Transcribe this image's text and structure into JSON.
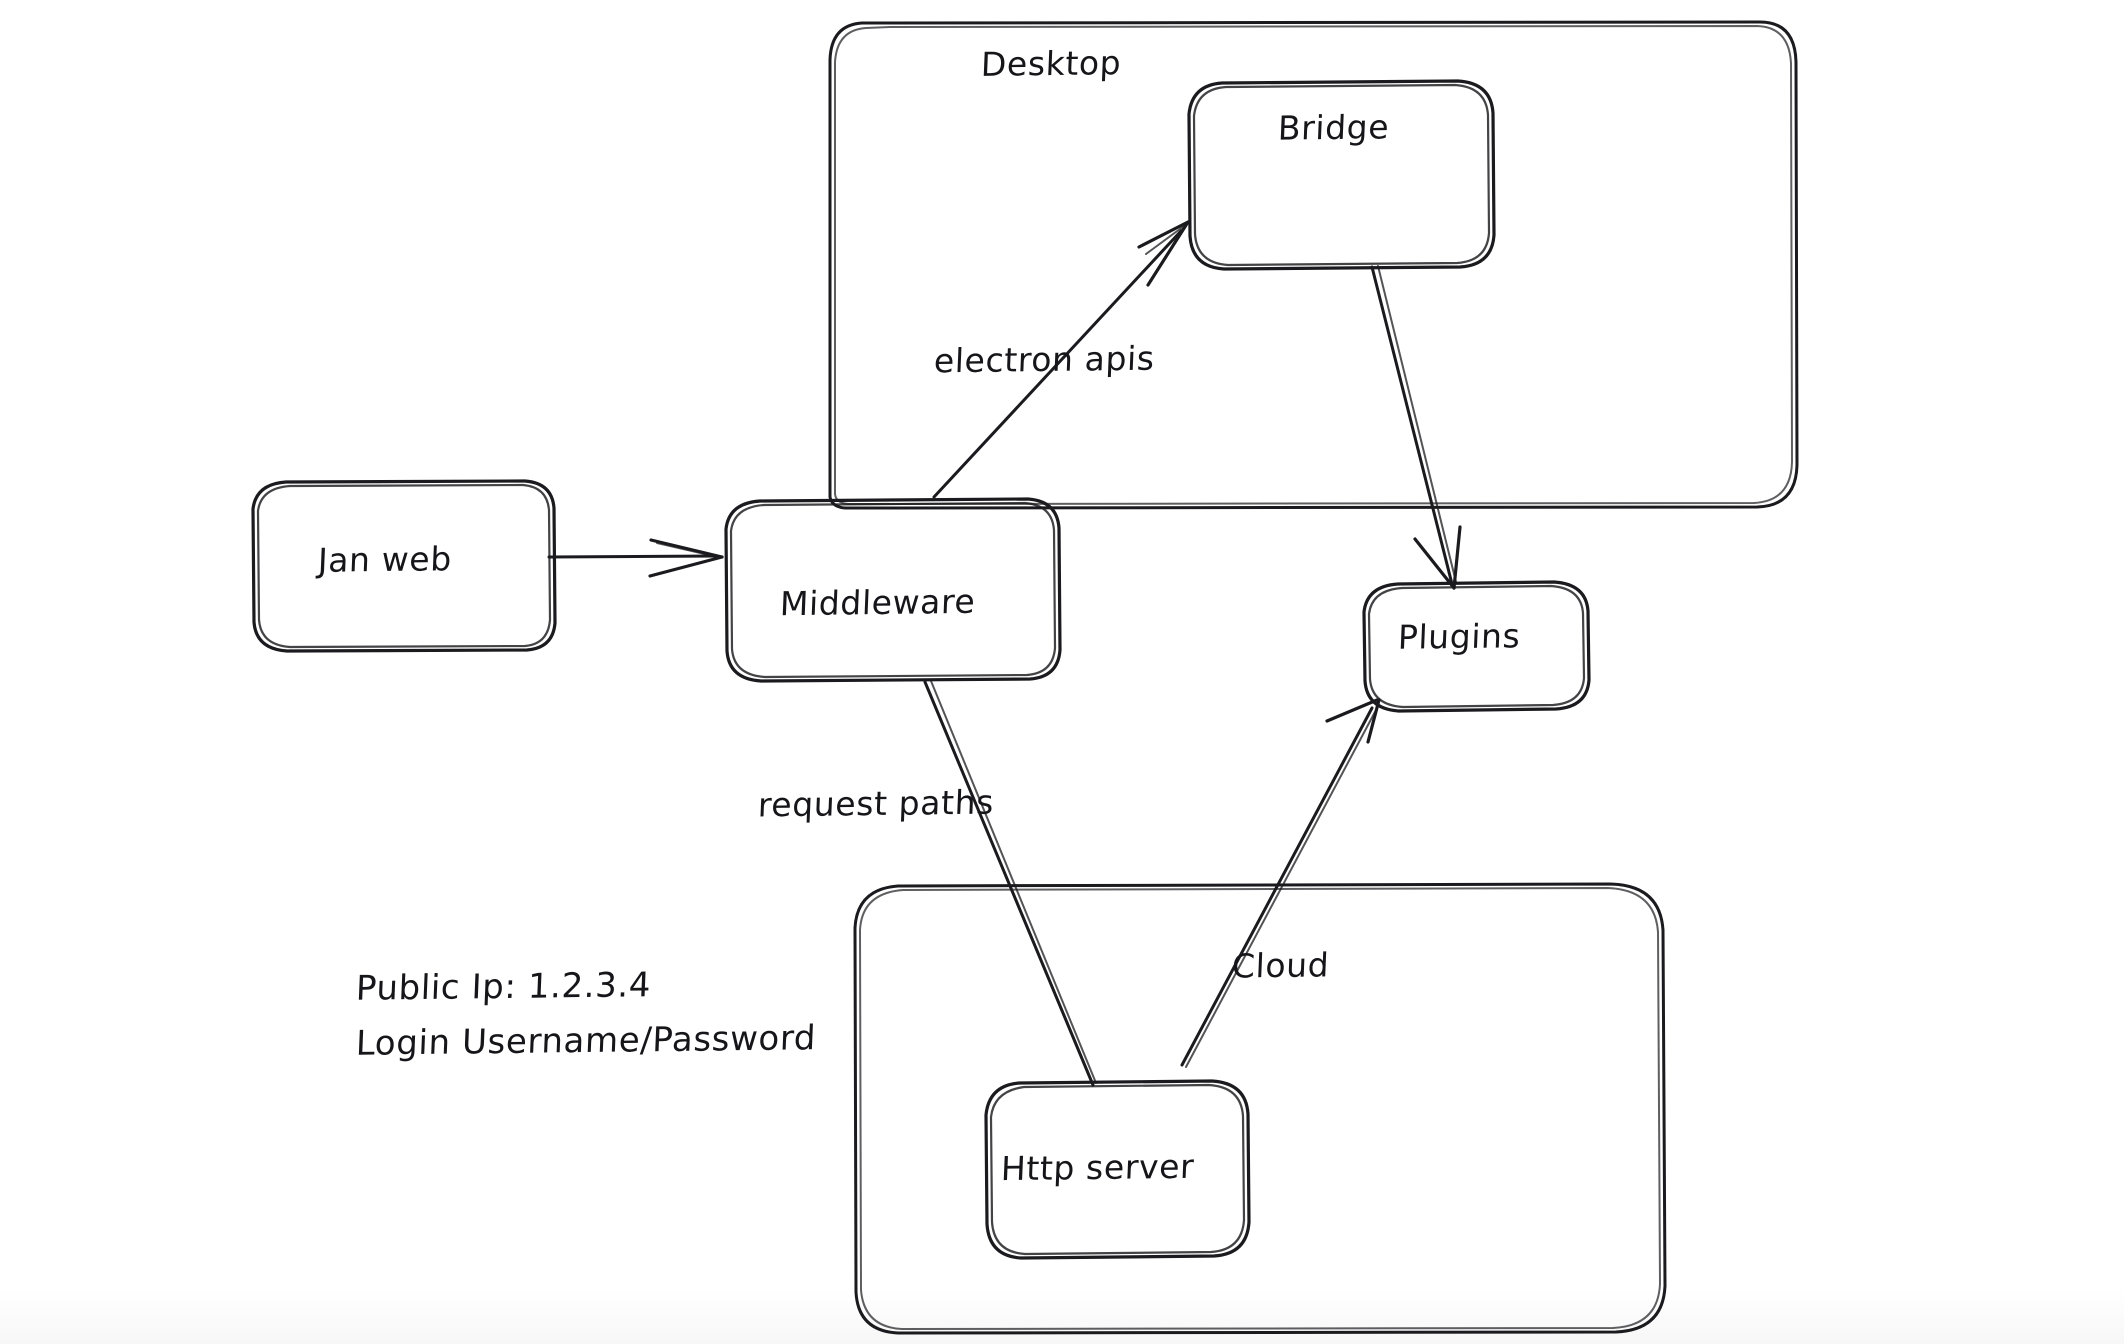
{
  "diagram": {
    "title": "Jan application architecture sketch",
    "style": "hand-drawn whiteboard sketch",
    "background_color": "#ffffff",
    "stroke_color": "#1b1b1f",
    "text_color": "#16161a",
    "containers": [
      {
        "id": "desktop",
        "label": "Desktop"
      },
      {
        "id": "cloud",
        "label": "Cloud"
      }
    ],
    "nodes": [
      {
        "id": "jan-web",
        "label": "Jan web"
      },
      {
        "id": "middleware",
        "label": "Middleware"
      },
      {
        "id": "bridge",
        "label": "Bridge"
      },
      {
        "id": "plugins",
        "label": "Plugins"
      },
      {
        "id": "http-server",
        "label": "Http server"
      }
    ],
    "edges": [
      {
        "id": "janweb-middleware",
        "from": "Jan web",
        "to": "Middleware",
        "label": "",
        "arrow": true
      },
      {
        "id": "middleware-bridge",
        "from": "Middleware",
        "to": "Bridge",
        "label": "electron apis",
        "arrow": true
      },
      {
        "id": "bridge-plugins",
        "from": "Bridge",
        "to": "Plugins",
        "label": "",
        "arrow": true
      },
      {
        "id": "middleware-httpserver",
        "from": "Middleware",
        "to": "Http server",
        "label": "request paths",
        "arrow": false
      },
      {
        "id": "httpserver-plugins",
        "from": "Http server",
        "to": "Plugins",
        "label": "",
        "arrow": true
      }
    ],
    "edge_labels": {
      "electron_apis": "electron apis",
      "request_paths": "request paths"
    },
    "notes": {
      "public_ip": "Public Ip: 1.2.3.4",
      "login": "Login Username/Password"
    }
  }
}
